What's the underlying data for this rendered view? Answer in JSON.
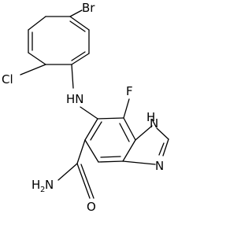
{
  "molecule": {
    "atoms": {
      "br": "Br",
      "cl": "Cl",
      "nh_linker": "HN",
      "f": "F",
      "imidazole_nh": "H",
      "imidazole_n_upper": "N",
      "imidazole_n_lower": "N",
      "amide_nh2_prefix": "H",
      "amide_nh2_sub": "2",
      "amide_nh2_suffix": "N",
      "amide_o": "O"
    }
  }
}
